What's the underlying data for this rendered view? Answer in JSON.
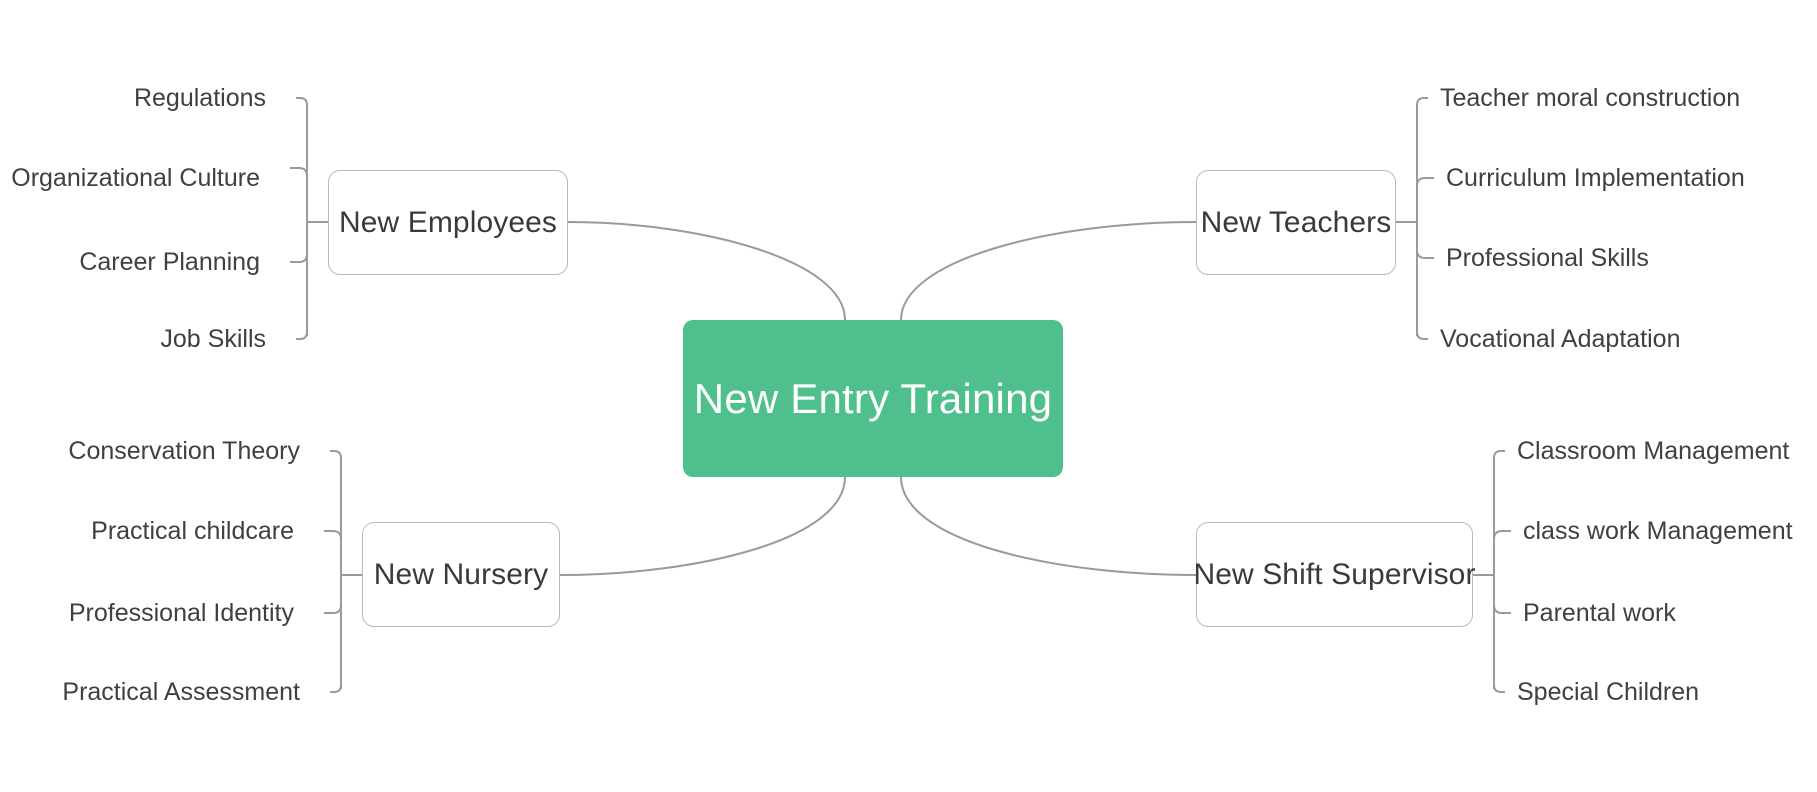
{
  "diagram": {
    "type": "mind-map",
    "background_color": "#ffffff",
    "center": {
      "label": "New Entry Training",
      "fill_color": "#4fc08d",
      "text_color": "#ffffff"
    },
    "branch_style": {
      "fill_color": "#ffffff",
      "border_color": "#b9b9b9",
      "text_color": "#3a3a3a",
      "connector_color": "#9a9a9a"
    },
    "branches": [
      {
        "id": "new-employees",
        "label": "New Employees",
        "side": "left",
        "position": "top-left",
        "children": [
          {
            "label": "Regulations"
          },
          {
            "label": "Organizational Culture"
          },
          {
            "label": "Career Planning"
          },
          {
            "label": "Job Skills"
          }
        ]
      },
      {
        "id": "new-teachers",
        "label": "New Teachers",
        "side": "right",
        "position": "top-right",
        "children": [
          {
            "label": "Teacher moral construction"
          },
          {
            "label": "Curriculum Implementation"
          },
          {
            "label": "Professional Skills"
          },
          {
            "label": "Vocational Adaptation"
          }
        ]
      },
      {
        "id": "new-nursery",
        "label": "New Nursery",
        "side": "left",
        "position": "bottom-left",
        "children": [
          {
            "label": "Conservation Theory"
          },
          {
            "label": "Practical childcare"
          },
          {
            "label": "Professional Identity"
          },
          {
            "label": "Practical Assessment"
          }
        ]
      },
      {
        "id": "new-shift-supervisor",
        "label": "New Shift Supervisor",
        "side": "right",
        "position": "bottom-right",
        "children": [
          {
            "label": "Classroom Management"
          },
          {
            "label": "class work Management"
          },
          {
            "label": "Parental work"
          },
          {
            "label": "Special Children"
          }
        ]
      }
    ]
  }
}
